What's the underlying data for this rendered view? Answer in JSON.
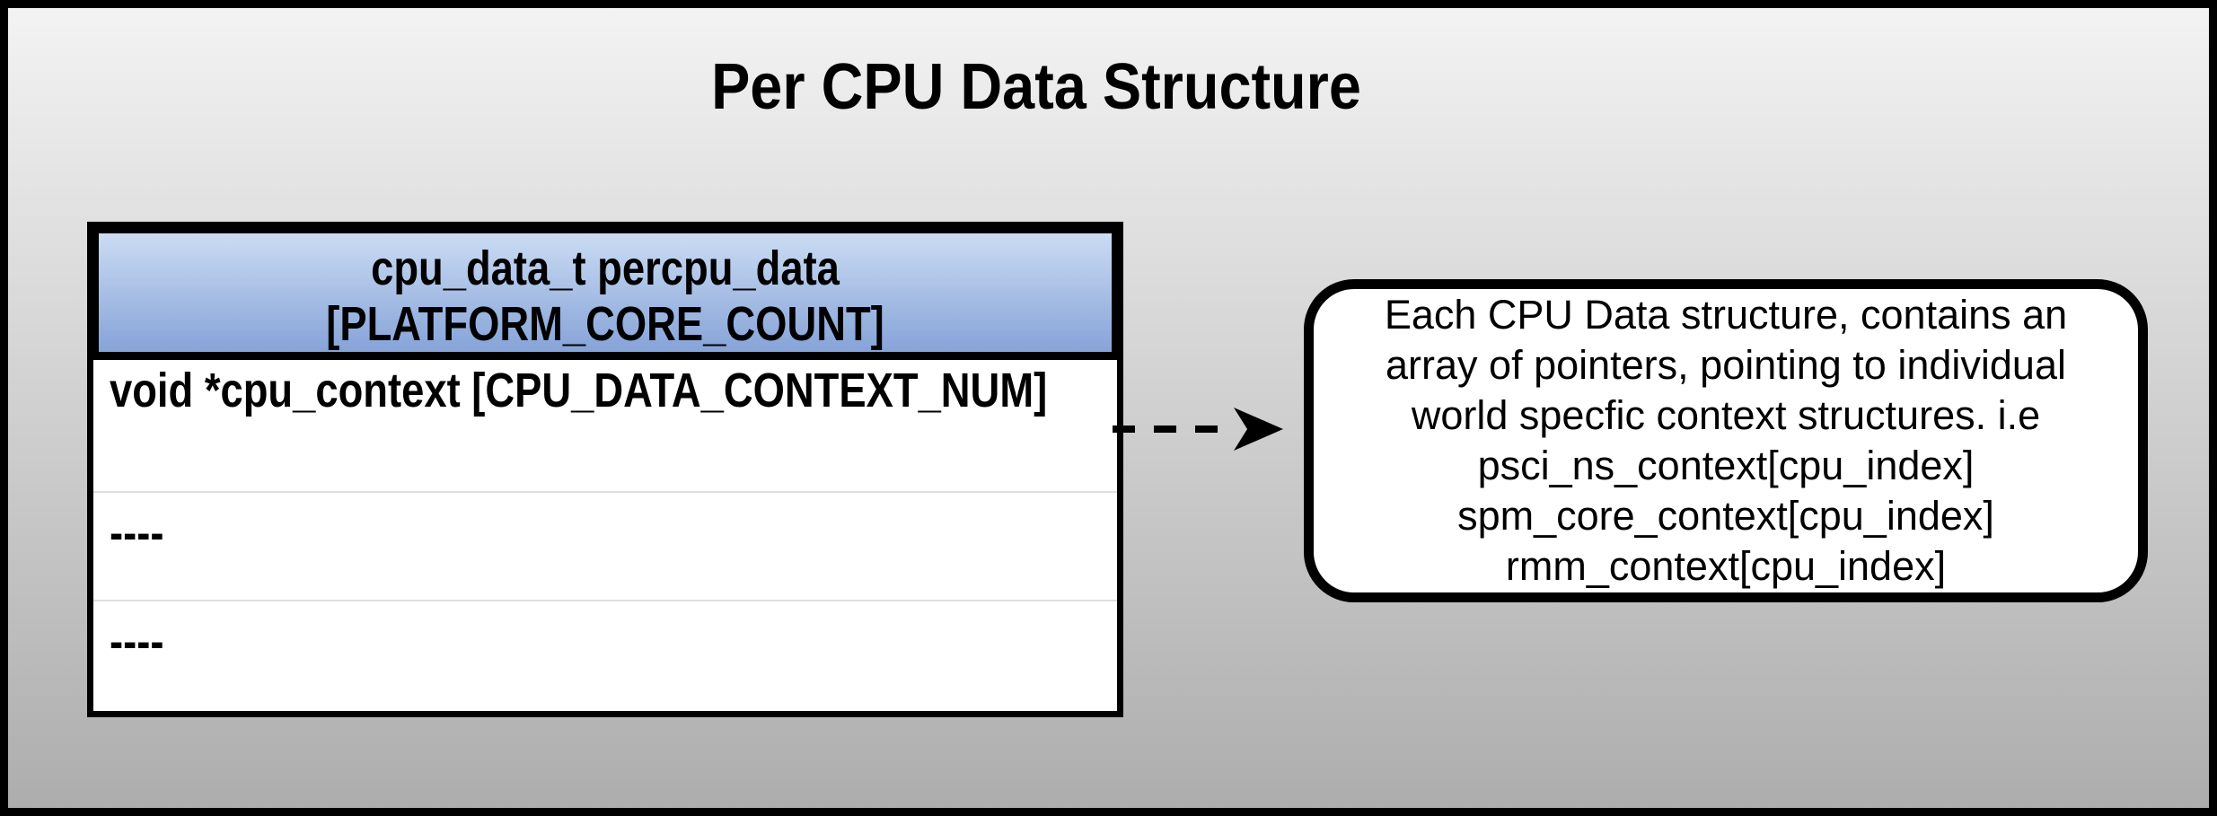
{
  "title": "Per CPU Data Structure",
  "table": {
    "header": {
      "line1": "cpu_data_t percpu_data",
      "line2": "[PLATFORM_CORE_COUNT]"
    },
    "rows": [
      "void *cpu_context [CPU_DATA_CONTEXT_NUM]",
      "----",
      "----"
    ]
  },
  "note": {
    "lines": [
      "Each CPU Data structure, contains an",
      "array of pointers, pointing to individual",
      "world specfic context structures. i.e",
      "psci_ns_context[cpu_index]",
      "spm_core_context[cpu_index]",
      "rmm_context[cpu_index]"
    ]
  },
  "arrow": {
    "style": "dashed",
    "direction": "right"
  },
  "colors": {
    "border": "#000000",
    "text": "#000000",
    "bg-top": "#f3f3f3",
    "bg-bottom": "#adadad",
    "header-top": "#cbdcf3",
    "header-bottom": "#86a3d8",
    "table-bg": "#ffffff",
    "note-bg": "#ffffff",
    "separator": "#dfdfdf"
  }
}
